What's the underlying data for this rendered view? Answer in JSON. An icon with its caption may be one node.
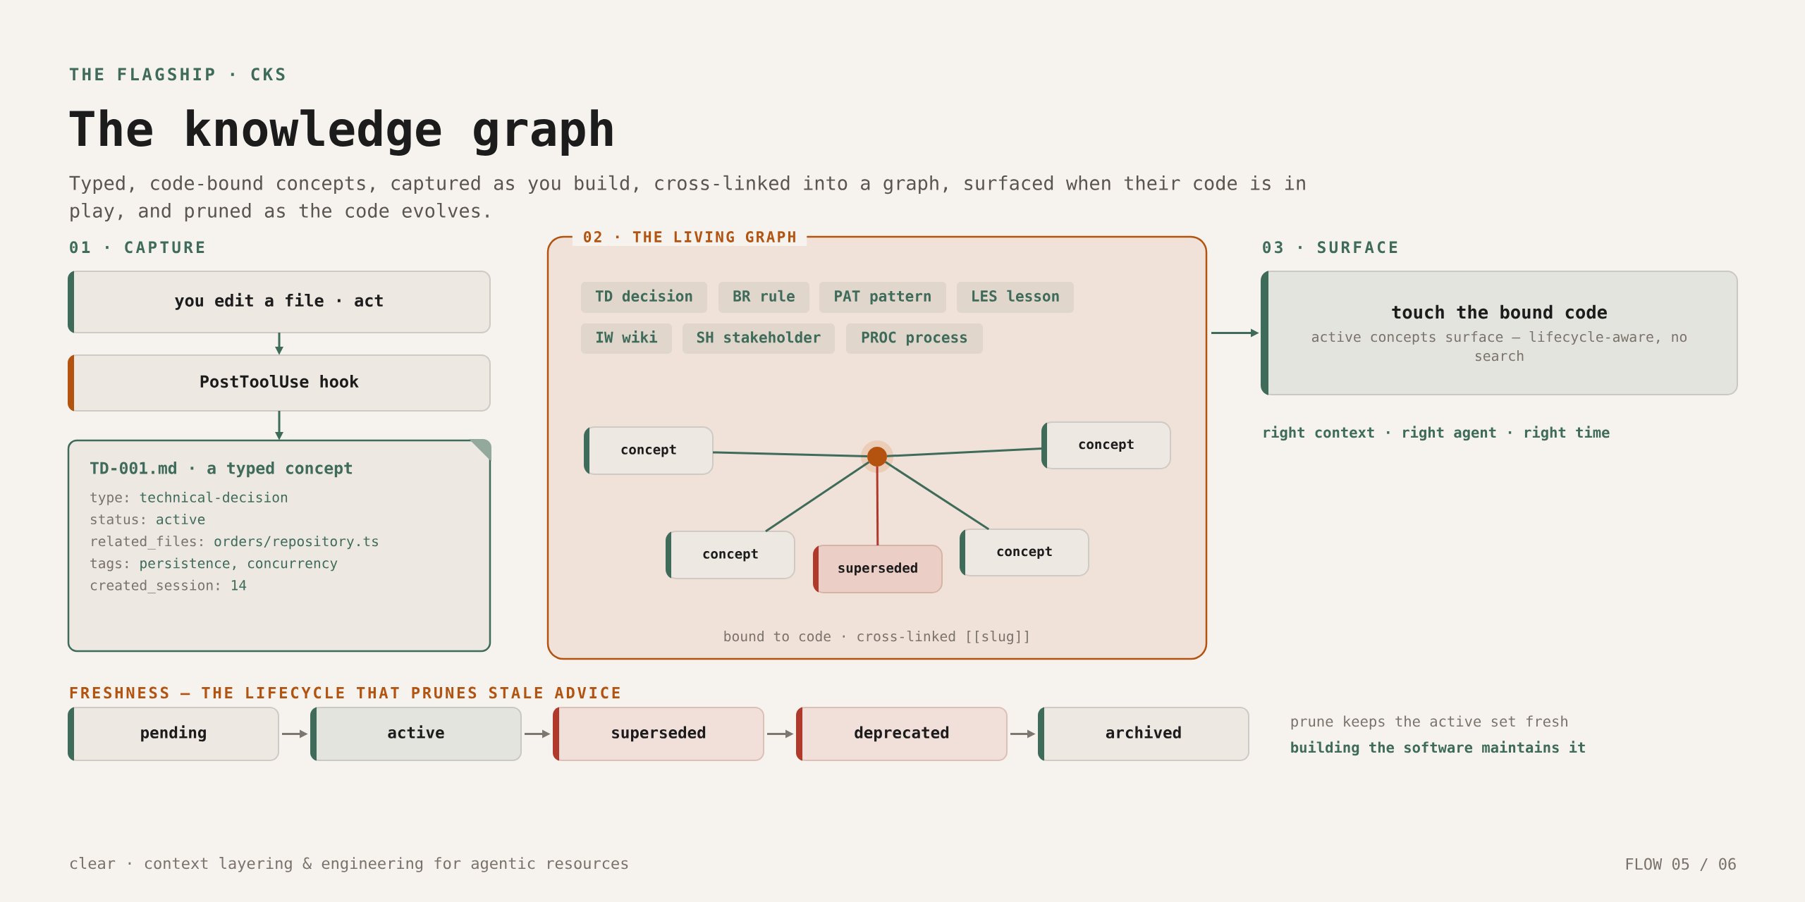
{
  "diagram": {
    "title": "The knowledge graph",
    "nodes": [
      {
        "text": [
          "you edit a file · act"
        ]
      },
      {
        "text": [
          "PostToolUse hook"
        ]
      },
      {
        "text": [
          "TD-001.md · a typed concept",
          "type: technical-decision",
          "status: active",
          "related_files: orders/repository.ts",
          "tags: persistence, concurrency",
          "created_session: 14"
        ]
      },
      {
        "text": [
          "02 · THE LIVING GRAPH",
          "bound to code · cross-linked [[slug]]"
        ]
      },
      {
        "text": [
          "TD decision"
        ],
        "in": 3
      },
      {
        "text": [
          "BR rule"
        ],
        "in": 3
      },
      {
        "text": [
          "PAT pattern"
        ],
        "in": 3
      },
      {
        "text": [
          "LES lesson"
        ],
        "in": 3
      },
      {
        "text": [
          "IW wiki"
        ],
        "in": 3
      },
      {
        "text": [
          "SH stakeholder"
        ],
        "in": 3
      },
      {
        "text": [
          "PROC process"
        ],
        "in": 3
      },
      {
        "text": [
          "concept"
        ],
        "in": 3
      },
      {
        "text": [],
        "shape": "circle",
        "in": 3
      },
      {
        "text": [
          "concept"
        ],
        "in": 3
      },
      {
        "text": [
          "concept"
        ],
        "in": 3
      },
      {
        "text": [
          "superseded"
        ],
        "in": 3
      },
      {
        "text": [
          "concept"
        ],
        "in": 3
      },
      {
        "text": [
          "touch the bound code",
          "active concepts surface — lifecycle-aware, no search"
        ]
      },
      {
        "text": [
          "pending"
        ]
      },
      {
        "text": [
          "active"
        ]
      },
      {
        "text": [
          "superseded"
        ]
      },
      {
        "text": [
          "deprecated"
        ]
      },
      {
        "text": [
          "archived"
        ]
      }
    ],
    "edges": [
      {
        "from": 0,
        "to": 1,
        "arrow": "to"
      },
      {
        "from": 1,
        "to": 2,
        "arrow": "to"
      },
      {
        "from": 11,
        "to": 12,
        "arrow": "none"
      },
      {
        "from": 12,
        "to": 13,
        "arrow": "none"
      },
      {
        "from": 12,
        "to": 14,
        "arrow": "none"
      },
      {
        "from": 12,
        "to": 15,
        "arrow": "none",
        "color": "#b0392b"
      },
      {
        "from": 12,
        "to": 16,
        "arrow": "none"
      },
      {
        "from": 3,
        "to": 17,
        "arrow": "to"
      },
      {
        "from": 18,
        "to": 19,
        "arrow": "to",
        "color": "#7d7770"
      },
      {
        "from": 19,
        "to": 20,
        "arrow": "to",
        "color": "#7d7770"
      },
      {
        "from": 20,
        "to": 21,
        "arrow": "to",
        "color": "#7d7770"
      },
      {
        "from": 21,
        "to": 22,
        "arrow": "to",
        "color": "#7d7770"
      }
    ],
    "labels": [
      "THE FLAGSHIP · CKS",
      "Typed, code-bound concepts, captured as you build, cross-linked into a graph, surfaced when their code is in play, and pruned as the code evolves.",
      "01 · CAPTURE",
      "03 · SURFACE",
      "right context · right agent · right time",
      "FRESHNESS — THE LIFECYCLE THAT PRUNES STALE ADVICE",
      "prune keeps the active set fresh",
      "building the software maintains it",
      "clear · context layering & engineering for agentic resources",
      "FLOW 05 / 06"
    ]
  }
}
